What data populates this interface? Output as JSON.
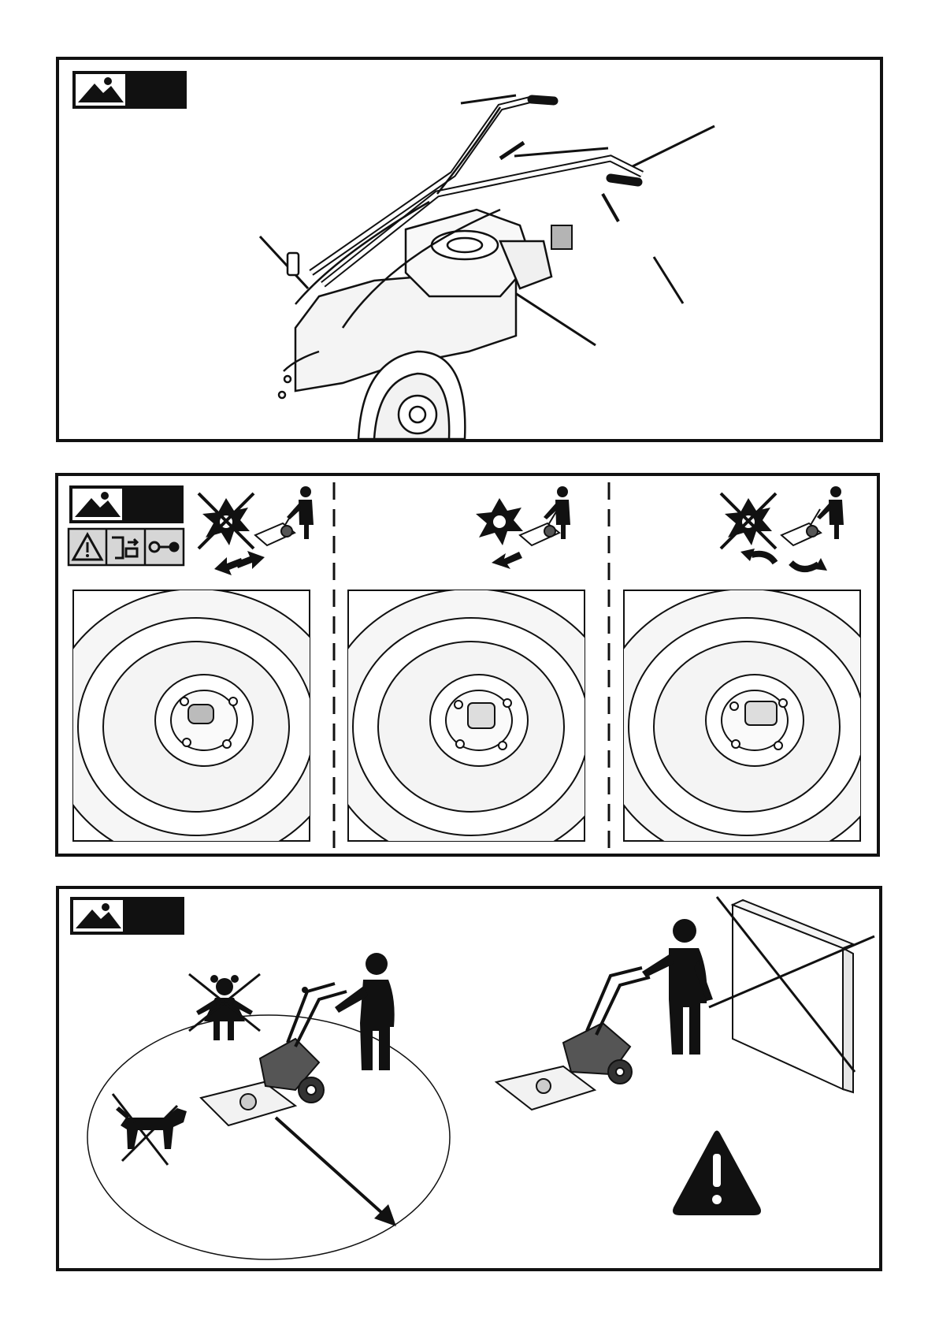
{
  "figures": [
    {
      "id": "fig1",
      "icon": "image-icon",
      "content": "walk-behind-machine-handlebar-controls"
    },
    {
      "id": "fig2",
      "icon": "image-icon",
      "safety_icons": [
        "warning-triangle-icon",
        "disconnect-spark-plug-icon",
        "remove-key-icon"
      ],
      "steps": [
        "blade-stopped-move",
        "blade-running-forward",
        "blade-stopped-turn"
      ]
    },
    {
      "id": "fig3",
      "icon": "image-icon",
      "content": "safety-distance-no-children-no-animals-no-obstacles",
      "warning": "warning-exclamation-icon"
    }
  ],
  "colors": {
    "ink": "#111111",
    "swatch": "#b4b4b4",
    "symbol_panel": "#d6d6d6"
  }
}
